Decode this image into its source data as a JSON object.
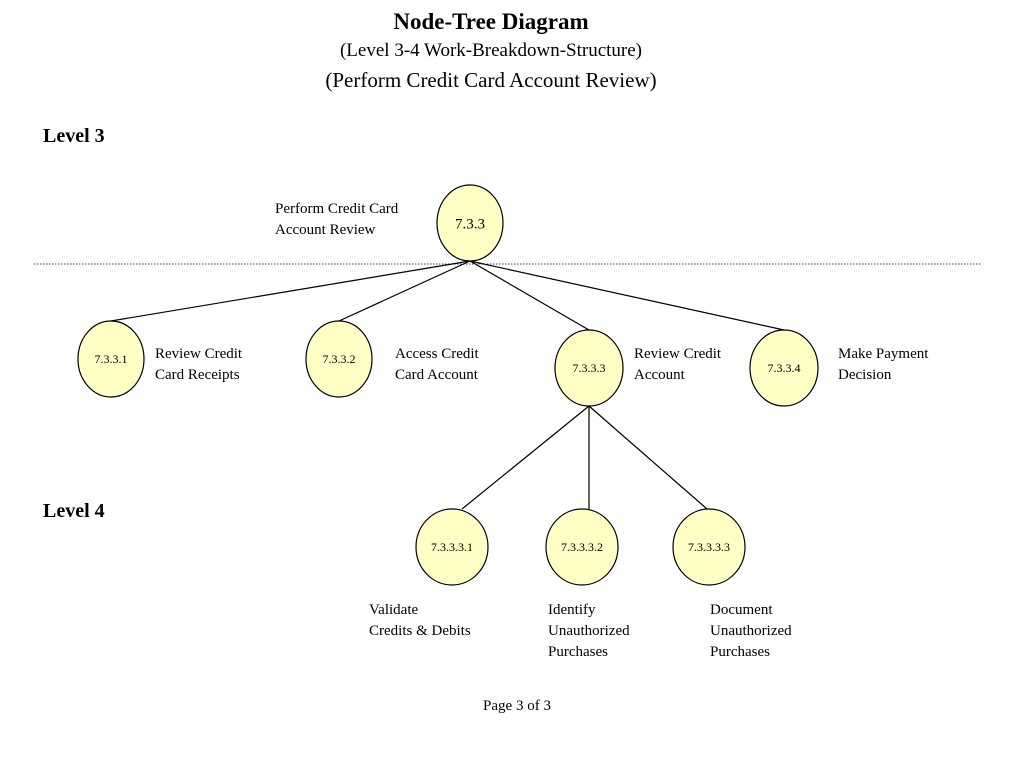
{
  "header": {
    "title": "Node-Tree Diagram",
    "subtitle": "(Level 3-4 Work-Breakdown-Structure)",
    "subtitle2": "(Perform Credit Card Account Review)"
  },
  "levels": {
    "level3": "Level 3",
    "level4": "Level 4"
  },
  "diagram": {
    "node_fill": "#ffffc6",
    "nodes": [
      {
        "id": "7.3.3",
        "label": "Perform Credit Card\nAccount Review"
      },
      {
        "id": "7.3.3.1",
        "label": "Review Credit\nCard Receipts"
      },
      {
        "id": "7.3.3.2",
        "label": "Access Credit\nCard Account"
      },
      {
        "id": "7.3.3.3",
        "label": "Review Credit\nAccount"
      },
      {
        "id": "7.3.3.4",
        "label": "Make Payment\nDecision"
      },
      {
        "id": "7.3.3.3.1",
        "label": "Validate\nCredits & Debits"
      },
      {
        "id": "7.3.3.3.2",
        "label": "Identify\nUnauthorized\nPurchases"
      },
      {
        "id": "7.3.3.3.3",
        "label": "Document\nUnauthorized\nPurchases"
      }
    ]
  },
  "footer": {
    "page": "Page 3 of 3"
  }
}
